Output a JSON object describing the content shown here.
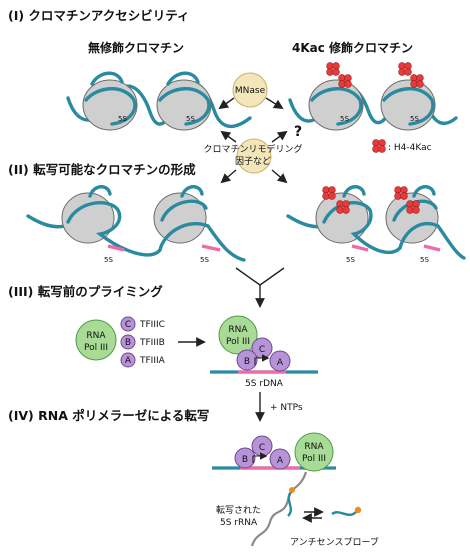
{
  "sections": {
    "s1": "(I) クロマチンアクセシビリティ",
    "s2": "(II) 転写可能なクロマチンの形成",
    "s3": "(III) 転写前のプライミング",
    "s4": "(IV) RNA ポリメラーゼによる転写"
  },
  "headers": {
    "unmodified": "無修飾クロマチン",
    "modified": "4Kac 修飾クロマチン"
  },
  "mnase": "MNase",
  "remodeler": {
    "line1": "クロマチンリモデリング",
    "line2": "因子など",
    "question": "?"
  },
  "legend": {
    "label": ": H4-4Kac"
  },
  "gene_label": "5S",
  "factors": {
    "pol": [
      "RNA",
      "Pol III"
    ],
    "letters": {
      "c": "C",
      "b": "B",
      "a": "A"
    },
    "names": {
      "c": "TFIIIC",
      "b": "TFIIIB",
      "a": "TFIIIA"
    }
  },
  "rdna_label": "5S rDNA",
  "ntps": "+ NTPs",
  "transcript_label": [
    "転写された",
    "5S rRNA"
  ],
  "probe_label": "アンチセンスプローブ",
  "colors": {
    "dna": "#2a8aa0",
    "histone": "#cfcfcf",
    "acetyl": "#e83a3a",
    "gene": "#f06aa8",
    "tf": "#b893d8",
    "pol": "#a8dc96"
  }
}
